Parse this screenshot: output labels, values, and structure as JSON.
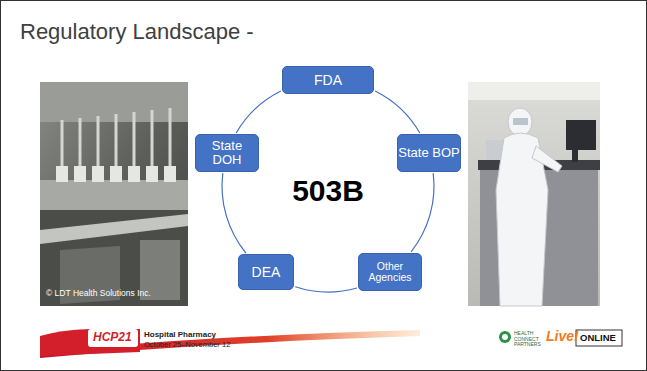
{
  "diagram": {
    "nodes": [
      {
        "text": [
          "FDA"
        ]
      },
      {
        "text": [
          "State BOP"
        ]
      },
      {
        "text": [
          "Other Agencies"
        ]
      },
      {
        "text": [
          "DEA"
        ]
      },
      {
        "text": [
          "State DOH"
        ]
      }
    ],
    "edges": [
      {
        "from": 0,
        "to": 1,
        "arrow": "none"
      },
      {
        "from": 1,
        "to": 2,
        "arrow": "none"
      },
      {
        "from": 2,
        "to": 3,
        "arrow": "none"
      },
      {
        "from": 3,
        "to": 4,
        "arrow": "none"
      },
      {
        "from": 4,
        "to": 0,
        "arrow": "none"
      }
    ],
    "labels": [
      "Regulatory Landscape -",
      "503B",
      "© LDT Health Solutions Inc.",
      "HCP21",
      "Hospital Pharmacy",
      "October 25–November 12",
      "HEALTH CONNECT PARTNERS",
      "Live!",
      "ONLINE"
    ]
  }
}
